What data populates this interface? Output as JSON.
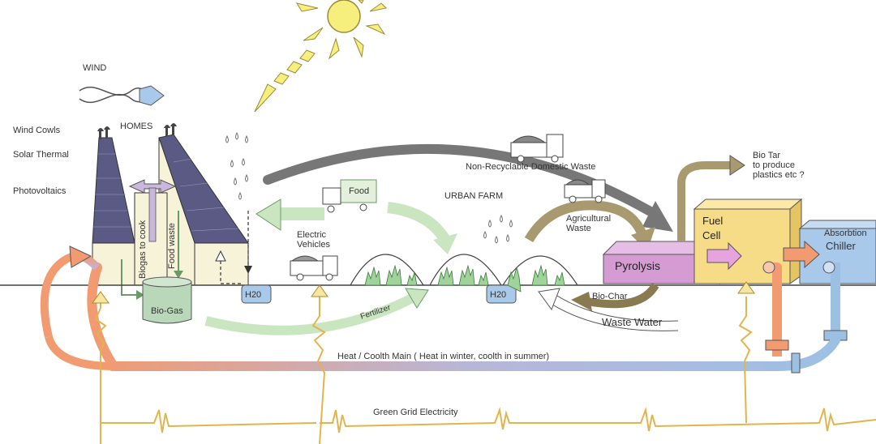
{
  "labels": {
    "wind": "WIND",
    "wind_cowls": "Wind Cowls",
    "solar_thermal": "Solar Thermal",
    "photovoltaics": "Photovoltaics",
    "homes": "HOMES",
    "biogas_to_cook": "Biogas to cook",
    "food_waste": "Food waste",
    "bio_gas": "Bio-Gas",
    "h2o_left": "H20",
    "h2o_right": "H20",
    "electric_vehicles": "Electric\nVehicles",
    "food": "Food",
    "urban_farm": "URBAN FARM",
    "fertilizer": "Fertilizer",
    "non_recyclable": "Non-Recyclable Domestic Waste",
    "agricultural_waste": "Agricultural\nWaste",
    "pyrolysis": "Pyrolysis",
    "fuel_cell": "Fuel\nCell",
    "bio_tar": "Bio Tar\nto produce\nplastics etc ?",
    "absorption_chiller_1": "Absorbtion",
    "absorption_chiller_2": "Chiller",
    "bio_char": "Bio-Char",
    "waste_water": "Waste Water",
    "heat_main": "Heat / Coolth Main ( Heat in winter, coolth in summer)",
    "green_grid": "Green Grid Electricity"
  },
  "colors": {
    "sun": "#f6ef7e",
    "roof": "#5a5a85",
    "wall": "#f7f3d9",
    "biogas_tank": "#b9d8b9",
    "green_arrow": "#c9e6c0",
    "purple_arrow": "#c9b8db",
    "pyrolysis": "#d59bd3",
    "fuel_cell": "#f6dc86",
    "chiller": "#a9c9ea",
    "orange_pipe": "#f29a70",
    "blue_pipe": "#9cc0e4",
    "electric": "#e2b44e",
    "dark_arrow": "#777777",
    "brown_arrow": "#a8996f"
  }
}
